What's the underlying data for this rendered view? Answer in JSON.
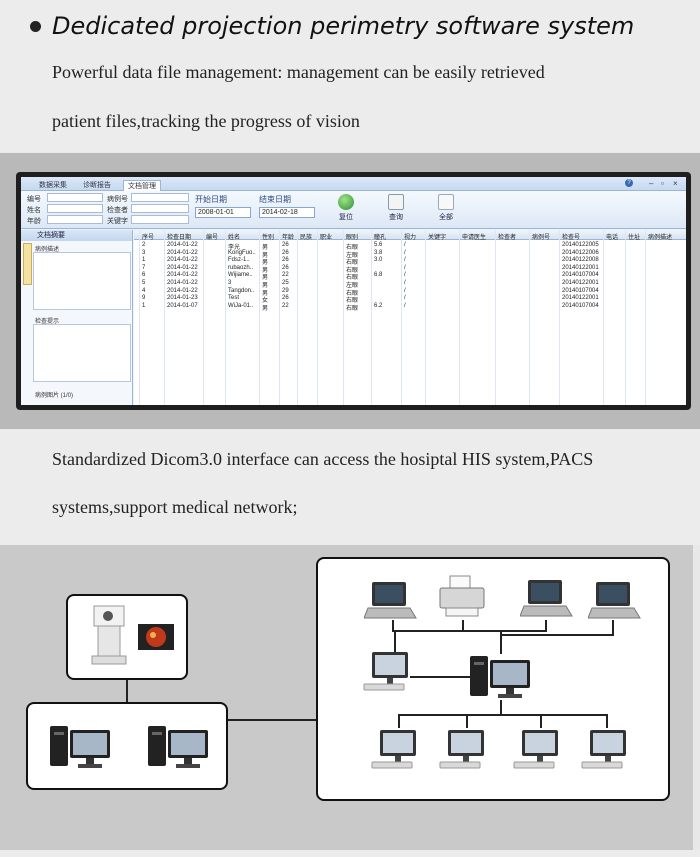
{
  "section1": {
    "heading": "Dedicated projection perimetry software system",
    "line1": "Powerful data file management: management can be easily retrieved",
    "line2": "patient files,tracking the progress of vision"
  },
  "app": {
    "tabs": [
      "数据采集",
      "诊断报告",
      "文档管理"
    ],
    "window_controls": {
      "help": "?",
      "minimize": "–",
      "restore": "▫",
      "close": "×"
    },
    "filters": {
      "col1": [
        "编号",
        "姓名",
        "年龄"
      ],
      "col2": [
        "病例号",
        "检查者",
        "关键字"
      ],
      "start_date_label": "开始日期",
      "start_date": "2008-01-01",
      "end_date_label": "结束日期",
      "end_date": "2014-02-18"
    },
    "buttons": {
      "reset": "复位",
      "query": "查询",
      "all": "全部"
    },
    "side": {
      "title": "文档摘要",
      "vertical_tab": "诊断报告",
      "history_label": "病例描述",
      "hint_label": "检查提示",
      "images_label": "病例图片 (1/0)"
    },
    "table": {
      "columns": [
        "序号",
        "检查日期",
        "编号",
        "姓名",
        "性别",
        "年龄",
        "民族",
        "职业",
        "眼别",
        "瞳孔",
        "视力",
        "关键字",
        "申请医生",
        "检查者",
        "病例号",
        "检查号",
        "电话",
        "住址",
        "病例描述"
      ],
      "rows": [
        [
          "2",
          "2014-01-22",
          "",
          "李光",
          "男",
          "26",
          "",
          "",
          "右眼",
          "5.6",
          "/",
          "",
          "",
          "",
          "",
          "20140122005"
        ],
        [
          "3",
          "2014-01-22",
          "",
          "KongFuo..",
          "男",
          "26",
          "",
          "",
          "左眼",
          "3.8",
          "/",
          "",
          "",
          "",
          "",
          "20140122006"
        ],
        [
          "1",
          "2014-01-22",
          "",
          "Fdsz-1..",
          "男",
          "26",
          "",
          "",
          "右眼",
          "3.0",
          "/",
          "",
          "",
          "",
          "",
          "20140122008"
        ],
        [
          "7",
          "2014-01-22",
          "",
          "rubaozh..",
          "男",
          "26",
          "",
          "",
          "右眼",
          "",
          "/",
          "",
          "",
          "",
          "",
          "20140122001"
        ],
        [
          "6",
          "2014-01-22",
          "",
          "Wijiame..",
          "男",
          "22",
          "",
          "",
          "右眼",
          "6.8",
          "/",
          "",
          "",
          "",
          "",
          "20140107004"
        ],
        [
          "5",
          "2014-01-22",
          "",
          "3",
          "男",
          "25",
          "",
          "",
          "左眼",
          "",
          "/",
          "",
          "",
          "",
          "",
          "20140122001"
        ],
        [
          "4",
          "2014-01-22",
          "",
          "Tangdon..",
          "男",
          "29",
          "",
          "",
          "右眼",
          "",
          "/",
          "",
          "",
          "",
          "",
          "20140107004"
        ],
        [
          "9",
          "2014-01-23",
          "",
          "Test",
          "女",
          "26",
          "",
          "",
          "右眼",
          "",
          "/",
          "",
          "",
          "",
          "",
          "20140122001"
        ],
        [
          "1",
          "2014-01-07",
          "",
          "WiJa-01..",
          "男",
          "22",
          "",
          "",
          "右眼",
          "6.2",
          "/",
          "",
          "",
          "",
          "",
          "20140107004"
        ]
      ]
    }
  },
  "section2": {
    "line1": "Standardized Dicom3.0 interface can access the hosiptal HIS system,PACS",
    "line2": "systems,support medical network;"
  },
  "colors": {
    "accent": "#2a4a80",
    "tab_bg": "#c6d9f0",
    "highlight": "#f3e2a0"
  },
  "icons": [
    "reset-icon",
    "query-icon",
    "all-icon",
    "laptop-icon",
    "printer-icon",
    "desktop-icon",
    "device-icon"
  ]
}
